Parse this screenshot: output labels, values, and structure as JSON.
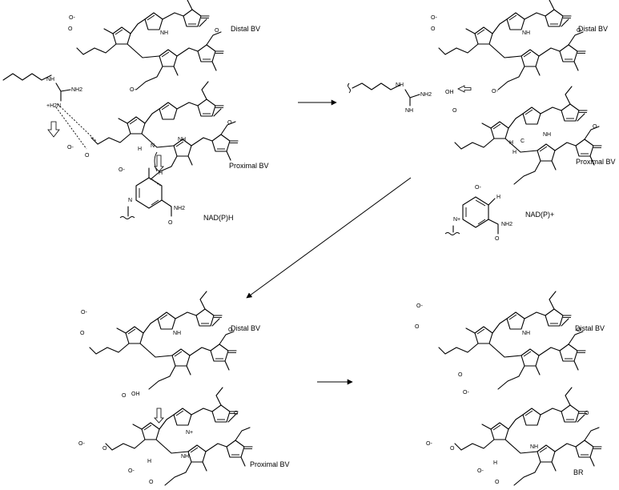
{
  "labels": {
    "panel1_distal": "Distal BV",
    "panel1_proximal": "Proximal BV",
    "panel1_cofactor": "NAD(P)H",
    "panel2_distal": "Distal BV",
    "panel2_proximal": "Proximal BV",
    "panel2_cofactor": "NAD(P)+",
    "panel3_distal": "Distal BV",
    "panel3_proximal": "Proximal BV",
    "panel4_distal": "Distal BV",
    "panel4_product": "BR"
  },
  "atoms": {
    "carboxylate": "O-",
    "oxygen": "O",
    "hydroxyl": "OH",
    "nh": "NH",
    "n": "N",
    "h": "H",
    "nh2": "NH2",
    "h2n_plus": "+H2N",
    "c": "C",
    "amide_nh2": "NH2",
    "n_plus": "N+"
  }
}
